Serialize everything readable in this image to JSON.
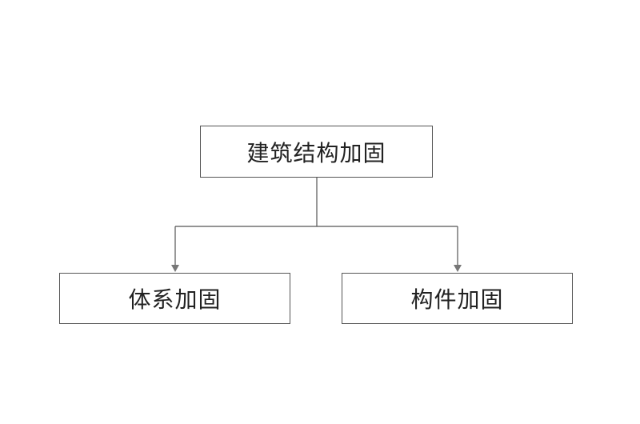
{
  "diagram": {
    "root": {
      "label": "建筑结构加固"
    },
    "children": [
      {
        "label": "体系加固"
      },
      {
        "label": "构件加固"
      }
    ],
    "colors": {
      "border": "#555555",
      "line": "#555555",
      "arrow": "#777777",
      "text": "#222222"
    }
  }
}
